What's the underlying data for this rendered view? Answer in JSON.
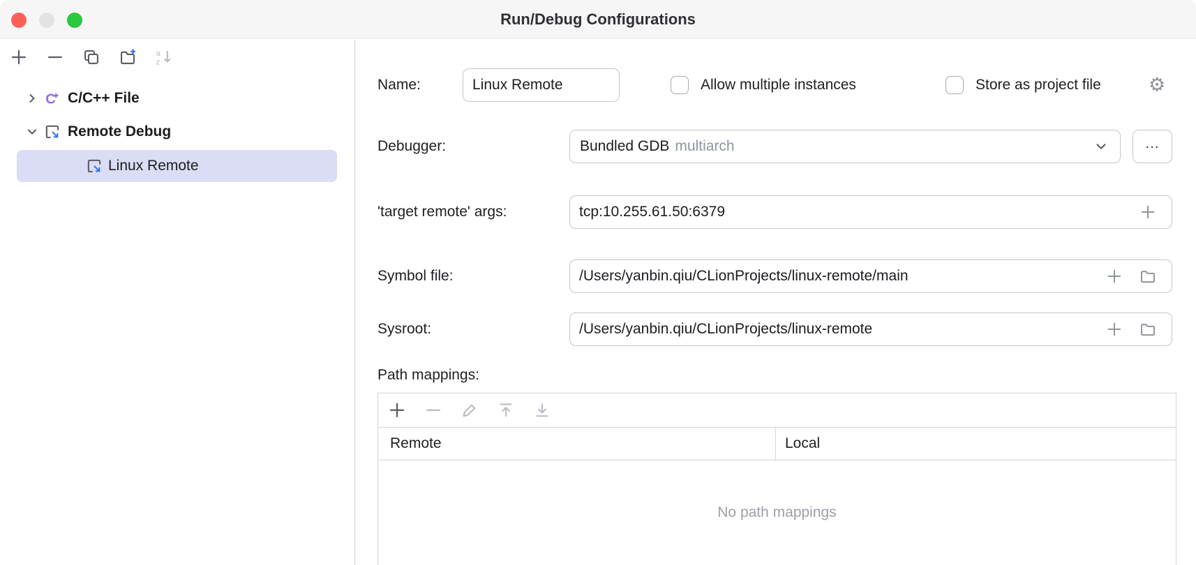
{
  "window": {
    "title": "Run/Debug Configurations"
  },
  "sidebar": {
    "toolbar_icons": [
      "add-icon",
      "remove-icon",
      "copy-icon",
      "new-folder-icon",
      "sort-alpha-icon"
    ],
    "tree": [
      {
        "label": "C/C++ File",
        "expanded": false,
        "selected": false
      },
      {
        "label": "Remote Debug",
        "expanded": true,
        "selected": false
      },
      {
        "label": "Linux Remote",
        "expanded": false,
        "selected": true
      }
    ]
  },
  "form": {
    "name_label": "Name:",
    "name_value": "Linux Remote",
    "allow_multiple_label": "Allow multiple instances",
    "allow_multiple_checked": false,
    "store_project_label": "Store as project file",
    "store_project_checked": false,
    "debugger_label": "Debugger:",
    "debugger_value": "Bundled GDB",
    "debugger_variant": "multiarch",
    "more_button_label": "...",
    "args_label": "'target remote' args:",
    "args_value": "tcp:10.255.61.50:6379",
    "symbol_label": "Symbol file:",
    "symbol_value": "/Users/yanbin.qiu/CLionProjects/linux-remote/main",
    "sysroot_label": "Sysroot:",
    "sysroot_value": "/Users/yanbin.qiu/CLionProjects/linux-remote",
    "mappings_label": "Path mappings:",
    "mappings_columns": [
      "Remote",
      "Local"
    ],
    "mappings_empty": "No path mappings"
  },
  "icons": {
    "gear": "⚙"
  },
  "colors": {
    "accent_blue": "#3574f0",
    "selection": "#dbdcf5",
    "purple_icon": "#9270e9",
    "traffic_red": "#ff5f57",
    "traffic_green": "#2bc840"
  }
}
